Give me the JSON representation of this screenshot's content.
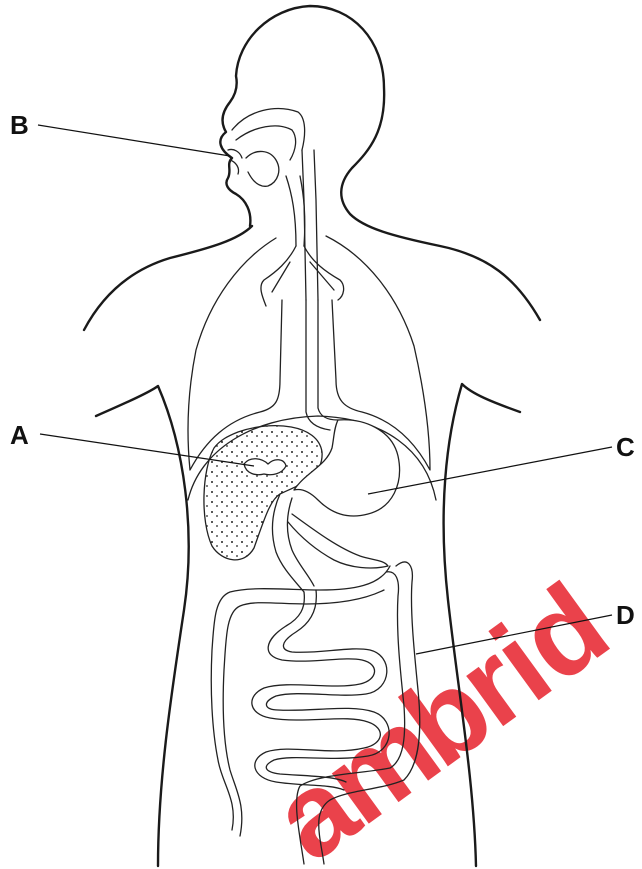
{
  "labels": {
    "A": "A",
    "B": "B",
    "C": "C",
    "D": "D"
  },
  "watermark": {
    "text": "Cambridge",
    "color": "#e8323c"
  }
}
